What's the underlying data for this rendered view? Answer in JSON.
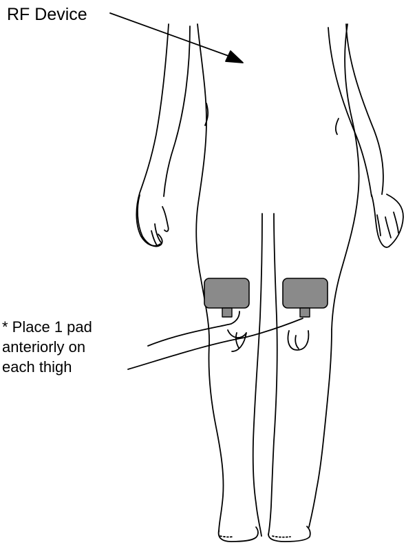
{
  "labels": {
    "device": "RF Device",
    "instruction": [
      "* Place 1 pad",
      "anteriorly on",
      "each thigh"
    ]
  },
  "colors": {
    "line": "#000000",
    "pad_fill": "#8a8a8a",
    "background": "#ffffff"
  },
  "pads": {
    "count": 2,
    "placement": "anterior thigh"
  }
}
